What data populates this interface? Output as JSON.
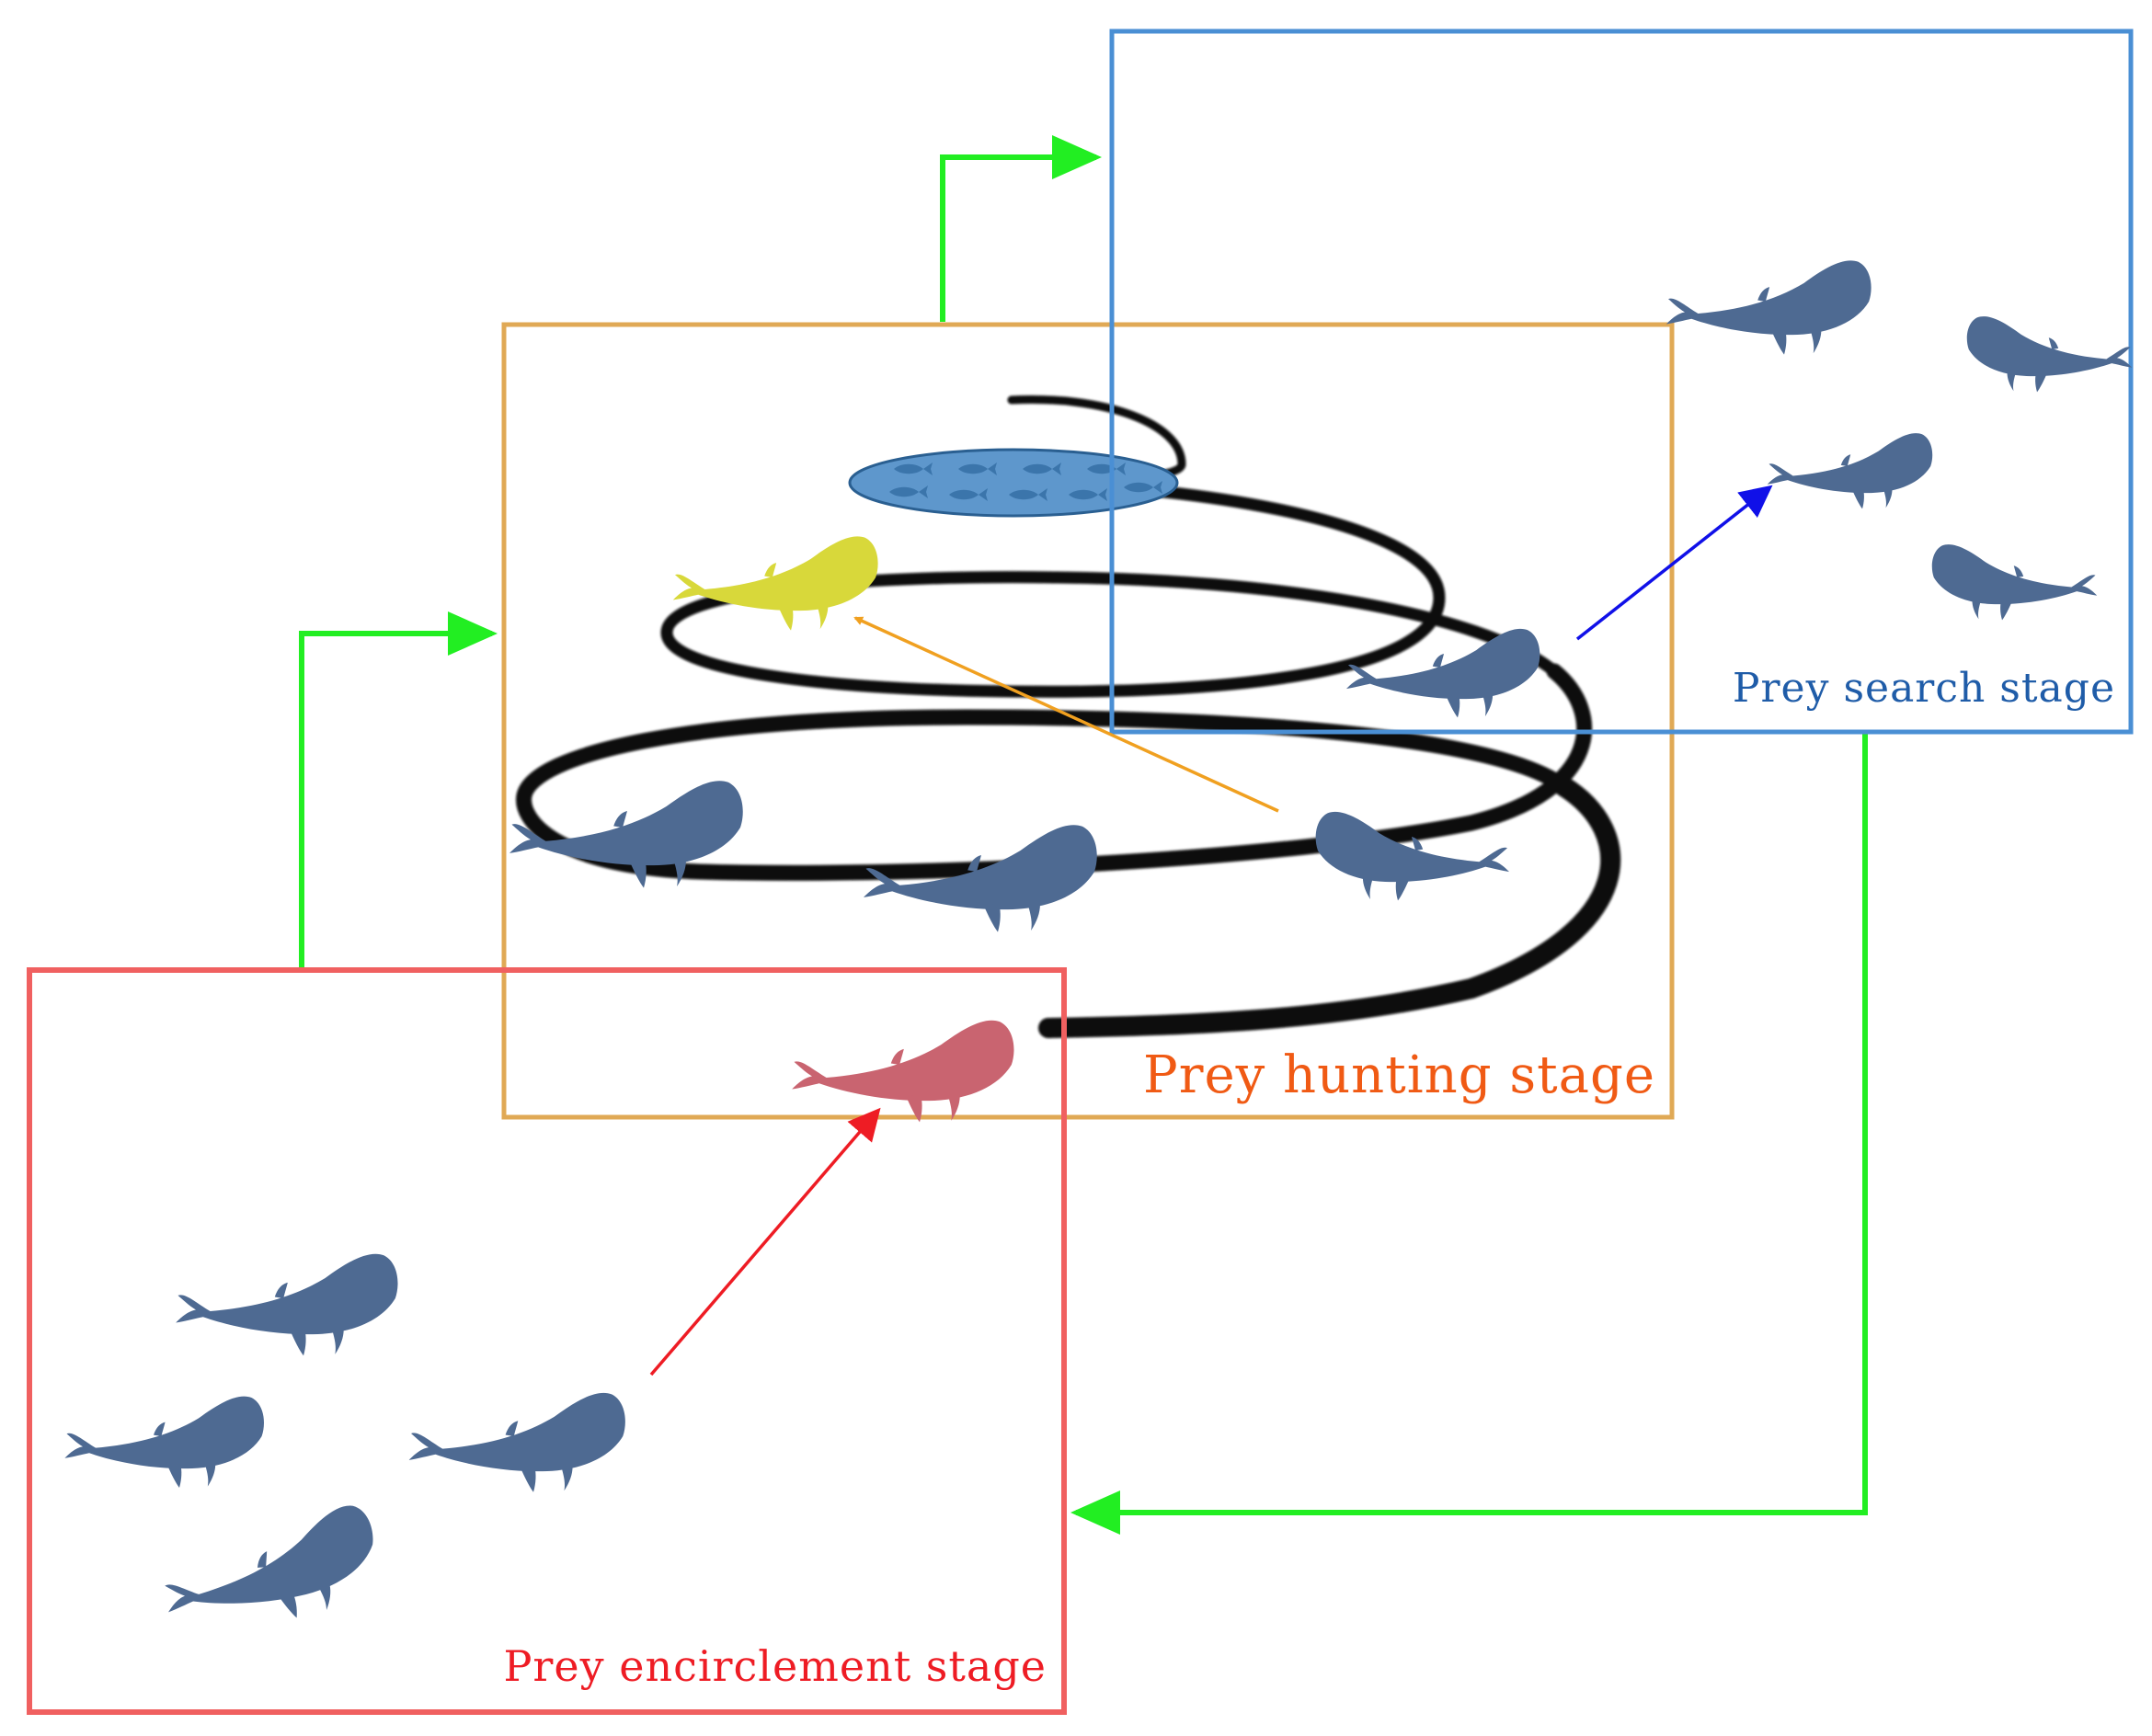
{
  "stages": {
    "search": {
      "label": "Prey search stage"
    },
    "hunting": {
      "label": "Prey hunting stage"
    },
    "encirclement": {
      "label": "Prey encirclement stage"
    }
  },
  "colors": {
    "search_box": "#4a8fd4",
    "hunting_box": "#e0a955",
    "encirclement_box": "#f06060",
    "flow_arrow": "#22ee22",
    "search_label": "#1f5ca8",
    "hunting_label": "#f05a14",
    "encirclement_label": "#ee1c24",
    "whale": "#4e6a92",
    "whale_best": "#d8d83a",
    "whale_prey_target": "#c96470",
    "arrow_to_best": "#f0a020",
    "arrow_search": "#1010e8",
    "arrow_encircle": "#ee1c24",
    "fish_school": "#5e97cc",
    "spiral": "#0a0a0a"
  }
}
